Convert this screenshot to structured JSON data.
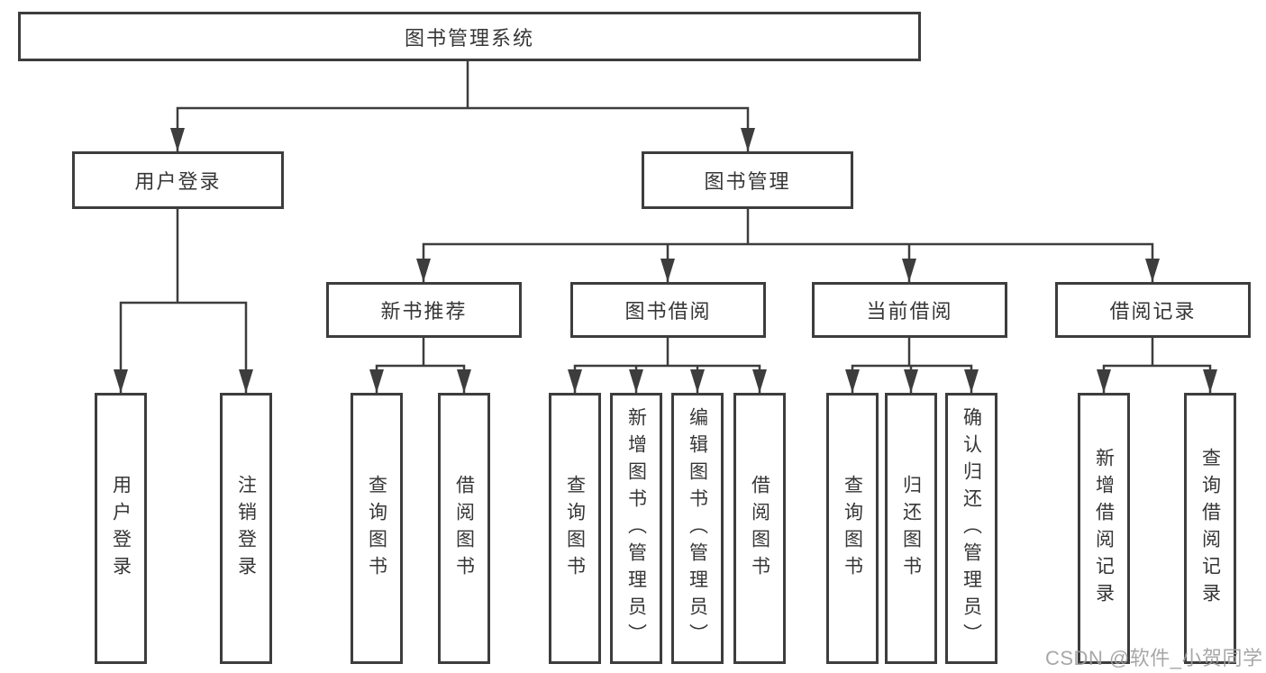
{
  "diagram": {
    "type": "tree",
    "orientation": "top-down"
  },
  "colors": {
    "line": "#3d3d3d",
    "box_border": "#3d3d3d",
    "box_fill": "#ffffff",
    "text": "#363636",
    "watermark": "#9e9e9e",
    "background": "#ffffff"
  },
  "nodes": {
    "root": {
      "label": "图书管理系统"
    },
    "login": {
      "label": "用户登录",
      "children": [
        {
          "label": "用户登录"
        },
        {
          "label": "注销登录"
        }
      ]
    },
    "mgmt": {
      "label": "图书管理",
      "children": [
        {
          "label": "新书推荐",
          "children": [
            {
              "label": "查询图书"
            },
            {
              "label": "借阅图书"
            }
          ]
        },
        {
          "label": "图书借阅",
          "children": [
            {
              "label": "查询图书"
            },
            {
              "label": "新增图书（管理员）"
            },
            {
              "label": "编辑图书（管理员）"
            },
            {
              "label": "借阅图书"
            }
          ]
        },
        {
          "label": "当前借阅",
          "children": [
            {
              "label": "查询图书"
            },
            {
              "label": "归还图书"
            },
            {
              "label": "确认归还（管理员）"
            }
          ]
        },
        {
          "label": "借阅记录",
          "children": [
            {
              "label": "新增借阅记录"
            },
            {
              "label": "查询借阅记录"
            }
          ]
        }
      ]
    }
  },
  "watermark": {
    "text": "CSDN @软件_小贺同学"
  }
}
